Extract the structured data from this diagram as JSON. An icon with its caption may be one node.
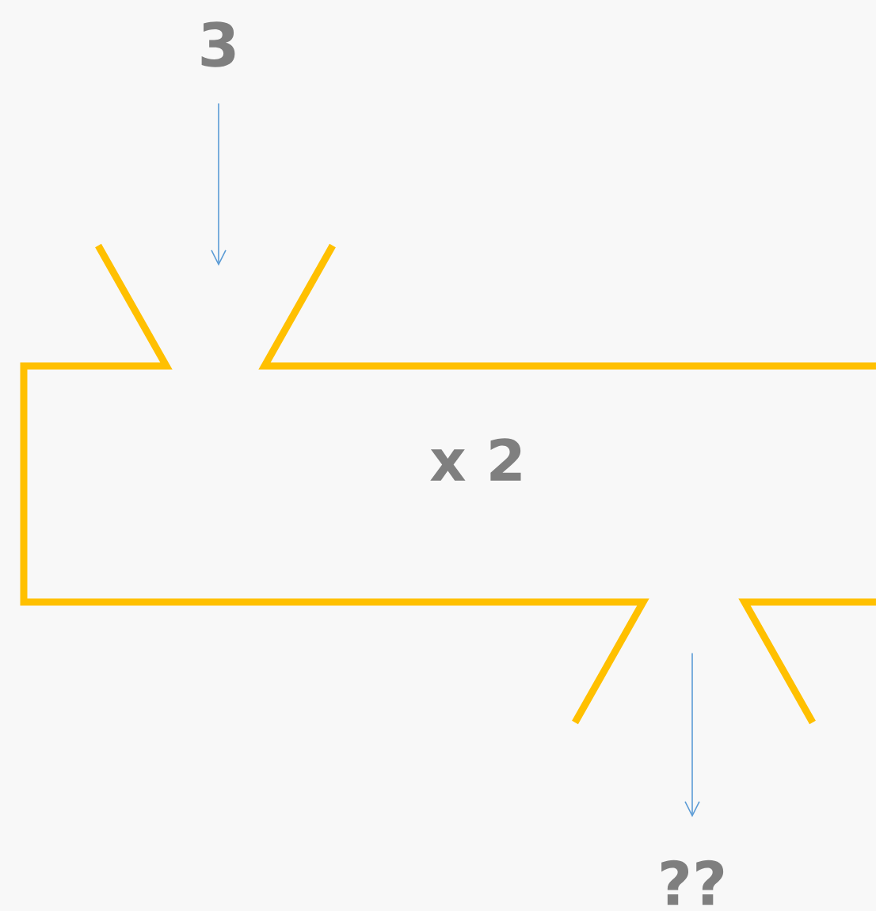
{
  "diagram": {
    "nodes": [
      {
        "text": [
          "3"
        ]
      },
      {
        "text": [
          "x 2"
        ]
      },
      {
        "text": [
          "??"
        ]
      }
    ],
    "edges": [
      {
        "from": 0,
        "to": 1,
        "arrow": "to"
      },
      {
        "from": 1,
        "to": 2,
        "arrow": "to"
      }
    ]
  }
}
